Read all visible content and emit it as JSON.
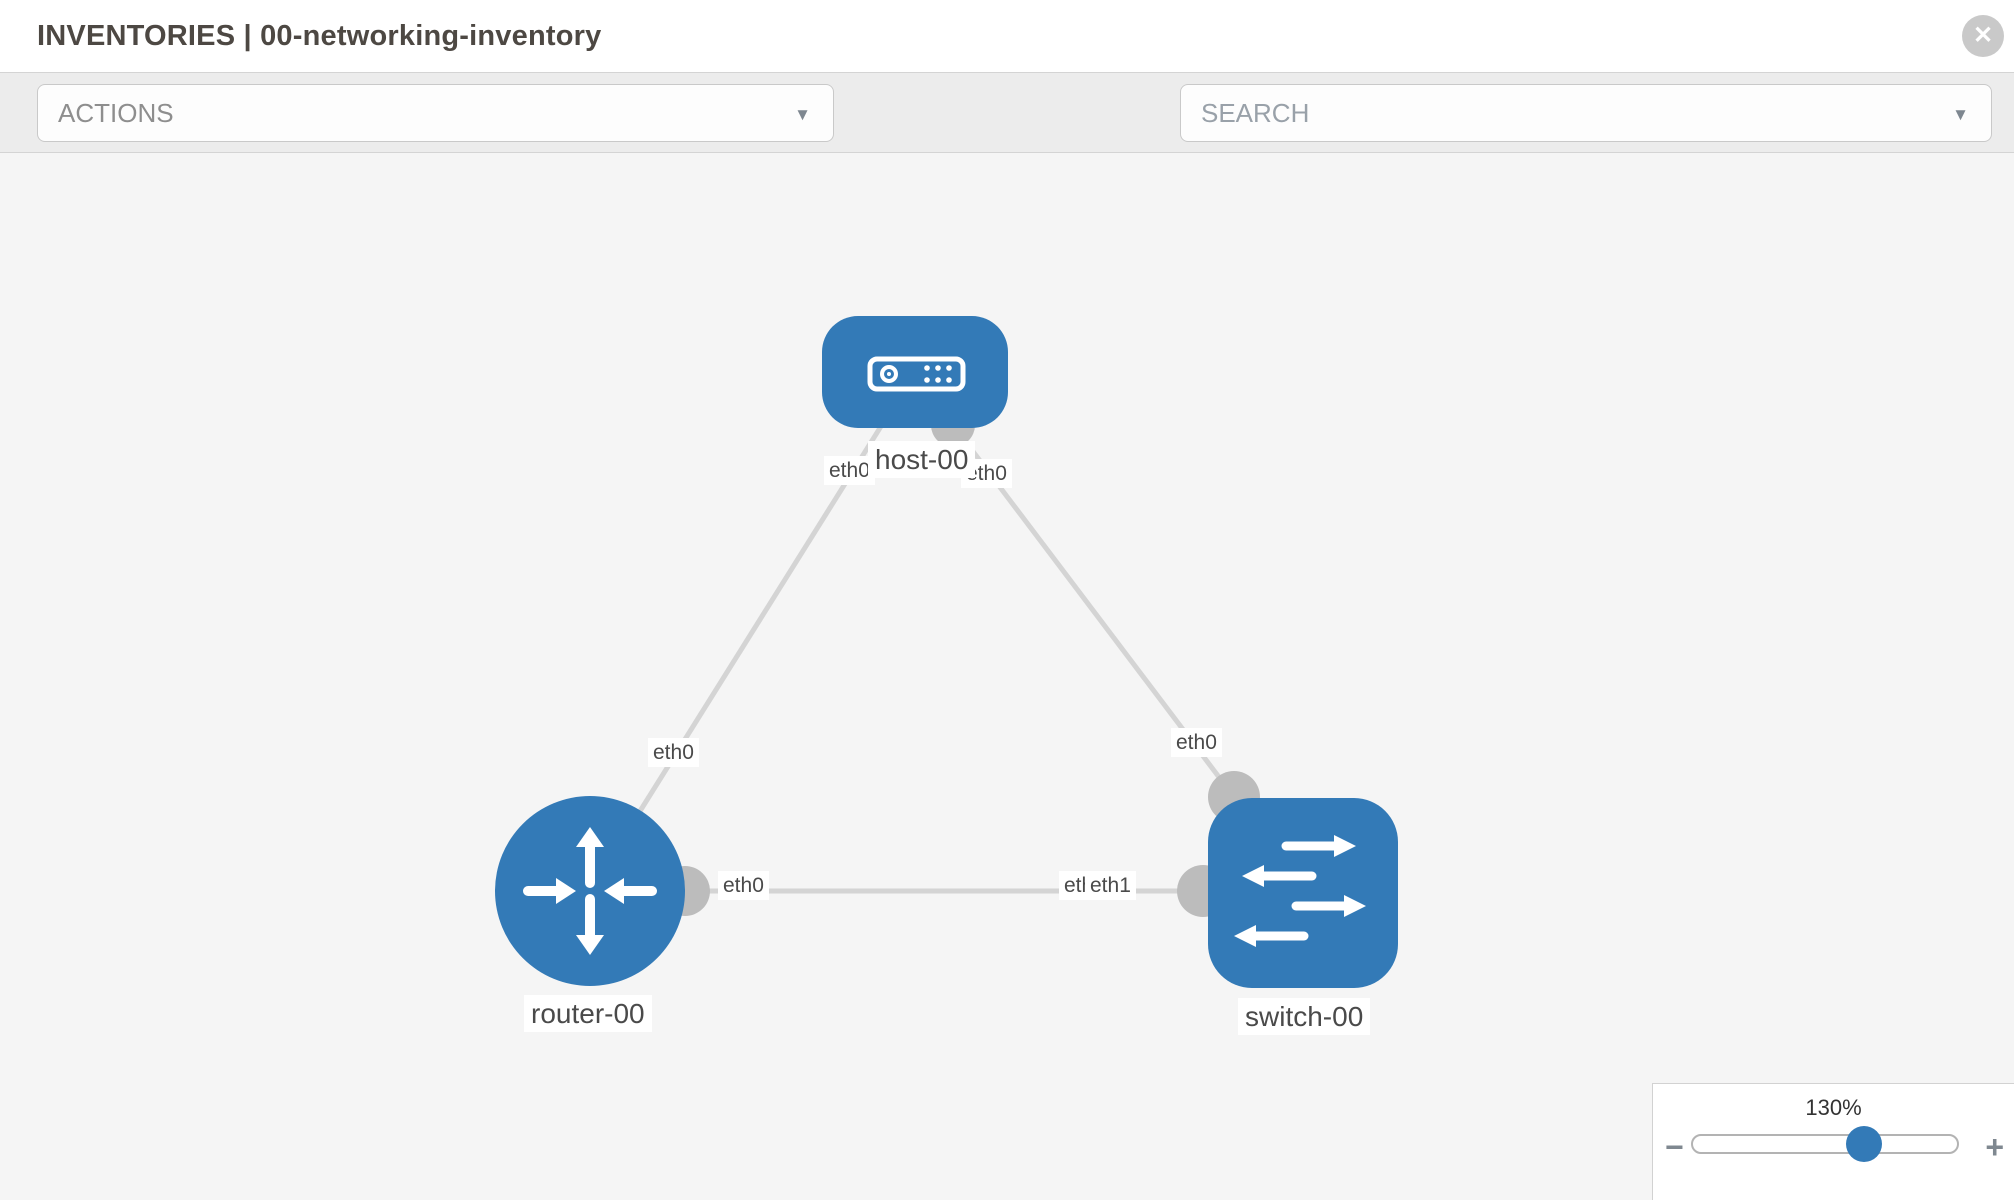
{
  "header": {
    "title": "INVENTORIES | 00-networking-inventory",
    "close_glyph": "✕"
  },
  "toolbar": {
    "actions_label": "ACTIONS",
    "search_placeholder": "SEARCH",
    "caret_glyph": "▼",
    "icons": [
      "wrench",
      "key"
    ]
  },
  "colors": {
    "node_blue": "#337ab7",
    "link_gray": "#d4d4d4",
    "connector_gray": "#bcbcbc",
    "canvas_bg": "#f5f5f5",
    "toolbar_bg": "#ececec"
  },
  "topology": {
    "nodes": [
      {
        "id": "host-00",
        "label": "host-00",
        "type": "host"
      },
      {
        "id": "router-00",
        "label": "router-00",
        "type": "router"
      },
      {
        "id": "switch-00",
        "label": "switch-00",
        "type": "switch"
      }
    ],
    "links": [
      {
        "from": "host-00",
        "from_if": "eth0",
        "to": "router-00",
        "to_if": "eth0"
      },
      {
        "from": "host-00",
        "from_if": "eth0",
        "to": "switch-00",
        "to_if": "eth0"
      },
      {
        "from": "router-00",
        "from_if": "eth0",
        "to": "switch-00",
        "to_if": "eth1"
      }
    ],
    "if_labels": {
      "hr_host_end": "eth0",
      "hs_host_end": "eth0",
      "hr_router_end": "eth0",
      "hs_switch_end": "eth0",
      "rs_router_end": "eth0",
      "rs_switch_hidden": "eth0",
      "rs_switch_end": "eth1"
    }
  },
  "zoom_control": {
    "value": "130%",
    "minus_glyph": "−",
    "plus_glyph": "+"
  }
}
